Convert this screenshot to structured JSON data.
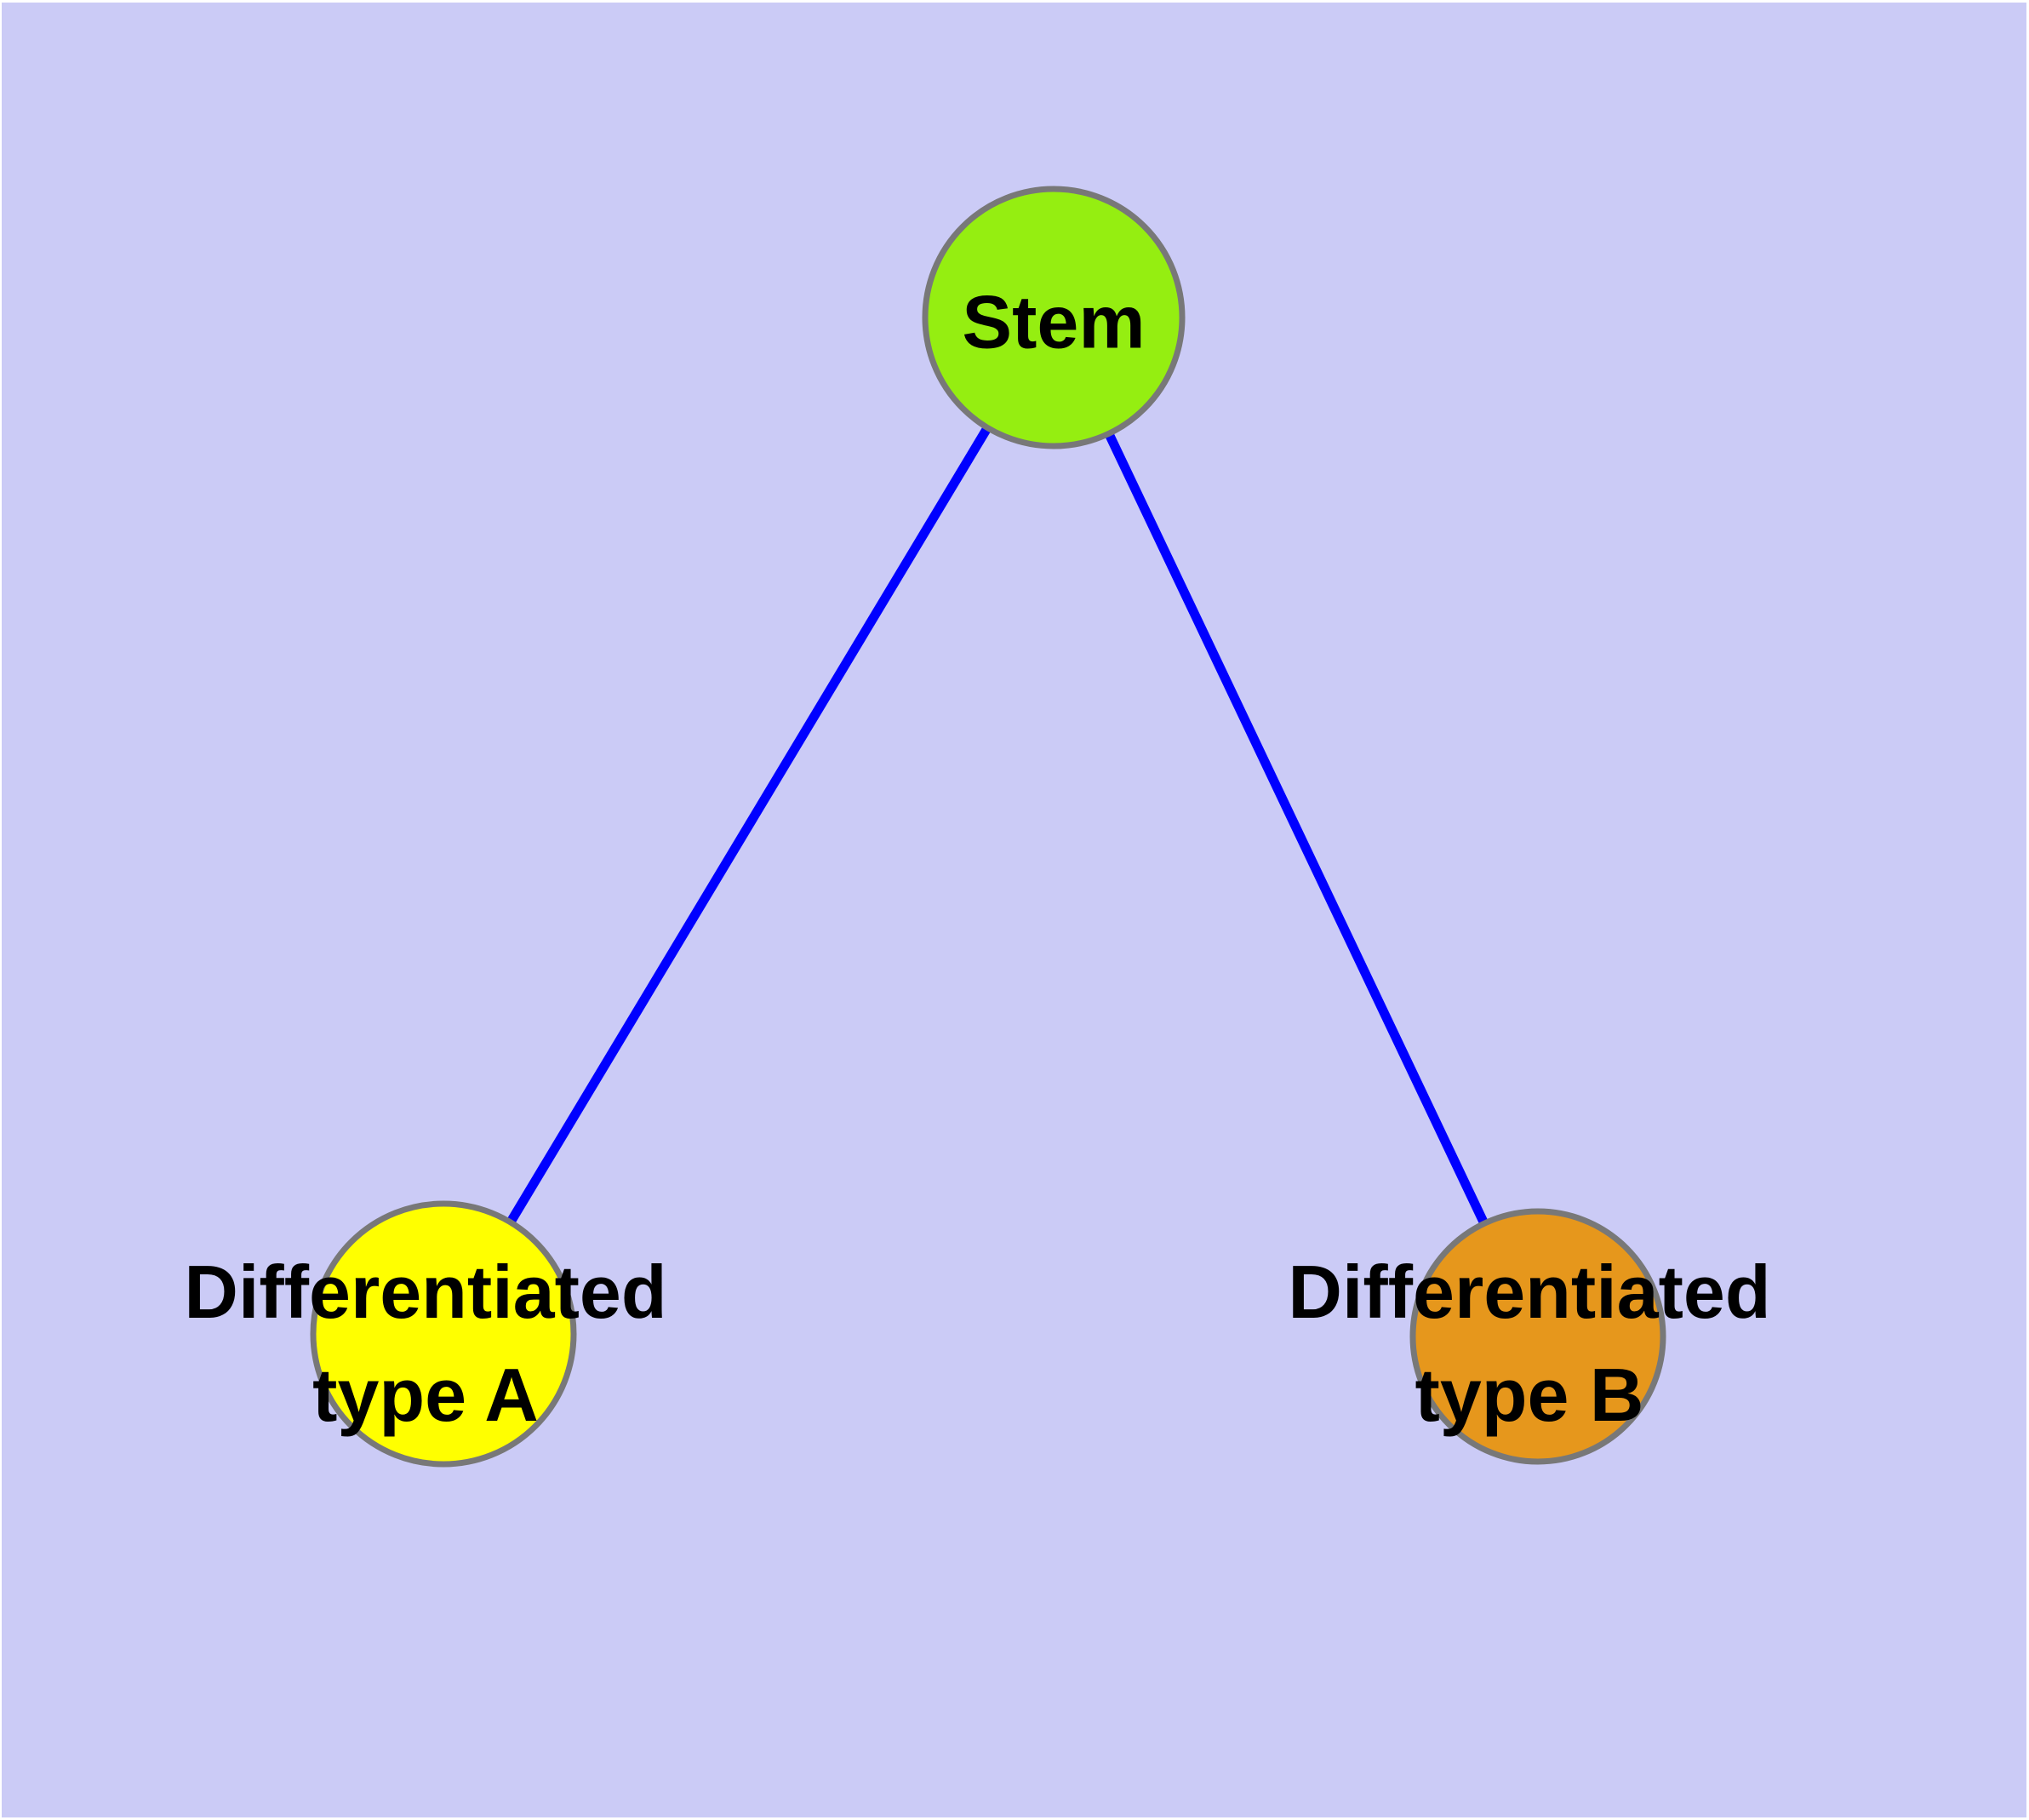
{
  "figure": {
    "type": "graph-diagram",
    "background_color": "#CBCBF6",
    "page_margin_color": "#FFFFFF",
    "edge_color": "#0000FF",
    "node_border_color": "#787878",
    "nodes": [
      {
        "id": "stem",
        "label": "Stem",
        "color": "#95EE11"
      },
      {
        "id": "type-a",
        "label": "Differentiated\ntype A",
        "color": "#FFFF00"
      },
      {
        "id": "type-b",
        "label": "Differentiated\ntype B",
        "color": "#E6971C"
      }
    ],
    "edges": [
      {
        "from": "Stem",
        "to": "Differentiated type A"
      },
      {
        "from": "Stem",
        "to": "Differentiated type B"
      }
    ]
  }
}
